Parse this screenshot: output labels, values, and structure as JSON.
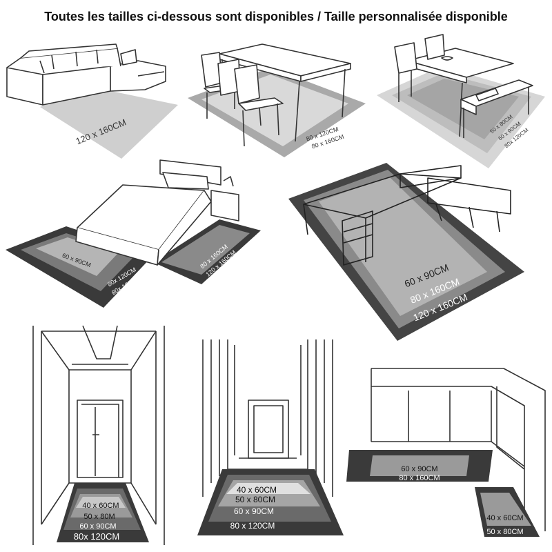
{
  "header": {
    "title": "Toutes les tailles ci-dessous sont disponibles / Taille personnalisée disponible"
  },
  "scenes": {
    "sofa": {
      "sizes": [
        "120 x 160CM"
      ]
    },
    "dining": {
      "sizes": [
        "80 x 120CM",
        "80 x 160CM"
      ]
    },
    "bench": {
      "sizes": [
        "50 x 80CM",
        "60 x 90CM",
        "80x 120CM"
      ]
    },
    "bedroom": {
      "sizes": [
        "60 x 90CM",
        "80x 120CM",
        "80x 160CM",
        "80 x 160CM",
        "120 x 160CM"
      ]
    },
    "office": {
      "sizes": [
        "60 x 90CM",
        "80 x 160CM",
        "120 x 160CM"
      ]
    },
    "hallway": {
      "sizes": [
        "40 x 60CM",
        "50 x 80M",
        "60 x 90CM",
        "80x 120CM"
      ]
    },
    "entrance": {
      "sizes": [
        "40 x 60CM",
        "50 x 80CM",
        "60 x 90CM",
        "80 x 120CM"
      ]
    },
    "kitchen": {
      "sizes": [
        "60 x 90CM",
        "80 x 160CM",
        "40 x 60CM",
        "50 x 80CM"
      ]
    }
  },
  "colors": {
    "line": "#333333",
    "rug_light": "#e9e9e9",
    "rug_mid": "#bdbdbd",
    "rug_grey": "#8e8e8e",
    "rug_dark": "#5f5f5f",
    "rug_black": "#3a3a3a"
  }
}
